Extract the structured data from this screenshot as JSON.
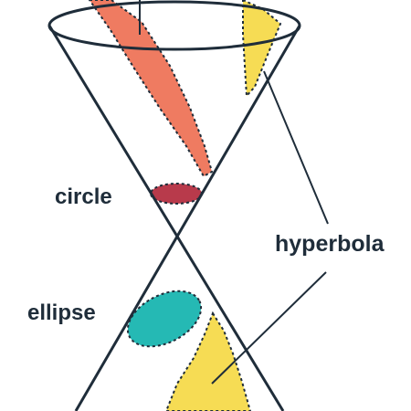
{
  "labels": {
    "circle": "circle",
    "ellipse": "ellipse",
    "hyperbola": "hyperbola"
  },
  "colors": {
    "background": "#ffffff",
    "line": "#1f2d3a",
    "parabola_fill": "#ef7b61",
    "hyperbola_fill": "#f6dc54",
    "circle_fill": "#b83a4b",
    "ellipse_fill": "#25b9b4"
  }
}
